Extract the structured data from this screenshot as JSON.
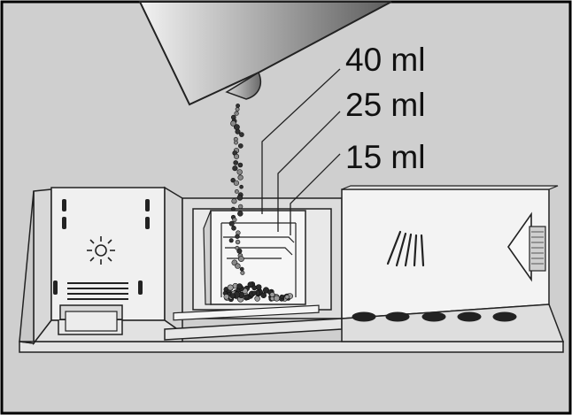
{
  "figure": {
    "colors": {
      "background": "#cfcfcf",
      "border": "#000000",
      "panel": "#eeeeee",
      "panel_shadow": "#b8b8b8",
      "ink": "#222222"
    },
    "labels": [
      {
        "text": "40 ml"
      },
      {
        "text": "25 ml"
      },
      {
        "text": "15 ml"
      }
    ],
    "icons": [
      "detergent-bottle-icon",
      "sun-icon",
      "rinse-aid-lines-icon",
      "arrow-indicator-icon"
    ]
  }
}
